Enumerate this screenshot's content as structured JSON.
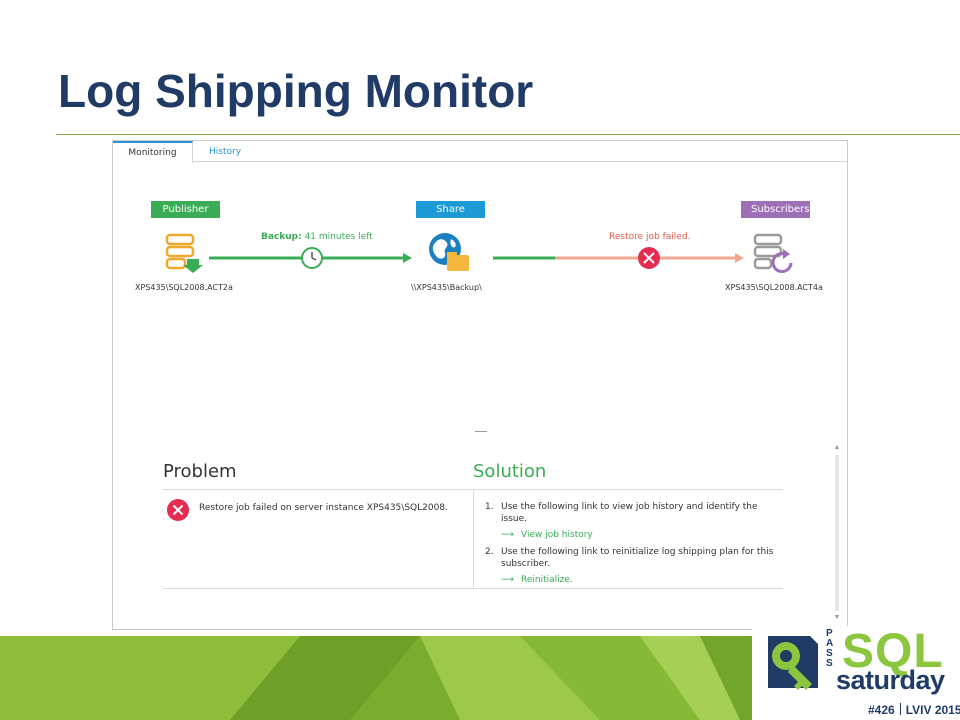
{
  "slide": {
    "title": "Log Shipping Monitor"
  },
  "tabs": [
    {
      "label": "Monitoring",
      "active": true
    },
    {
      "label": "History",
      "active": false
    }
  ],
  "diagram": {
    "publisher": {
      "label": "Publisher",
      "caption": "XPS435\\SQL2008.ACT2a"
    },
    "share": {
      "label": "Share",
      "caption": "\\\\XPS435\\Backup\\"
    },
    "subscribers": {
      "label": "Subscribers",
      "caption": "XPS435\\SQL2008.ACT4a"
    },
    "backup_link": {
      "prefix": "Backup:",
      "status": "41 minutes left"
    },
    "restore_link": {
      "status": "Restore job failed."
    }
  },
  "details": {
    "problem_heading": "Problem",
    "solution_heading": "Solution",
    "problem_text": "Restore job failed on server instance XPS435\\SQL2008.",
    "steps": [
      {
        "num": "1.",
        "text": "Use the following link to view job history and identify the issue.",
        "link": "View job history"
      },
      {
        "num": "2.",
        "text": "Use the following link to reinitialize log shipping plan for this subscriber.",
        "link": "Reinitialize."
      }
    ]
  },
  "branding": {
    "pass": "PASS",
    "sql": "SQL",
    "saturday": "saturday",
    "event_number": "#426",
    "event_place": "LVIV 2015"
  },
  "colors": {
    "title": "#1f3b66",
    "publisher": "#3aac55",
    "share": "#1c9ad6",
    "subscribers": "#9c6fb7",
    "error": "#e52b50",
    "restore_line": "#f2a890"
  },
  "icons": {
    "publisher": "database-download-icon",
    "share": "globe-folder-icon",
    "subscribers": "database-refresh-icon",
    "clock": "clock-icon",
    "error": "error-x-icon",
    "link_arrow": "arrow-right-icon"
  }
}
